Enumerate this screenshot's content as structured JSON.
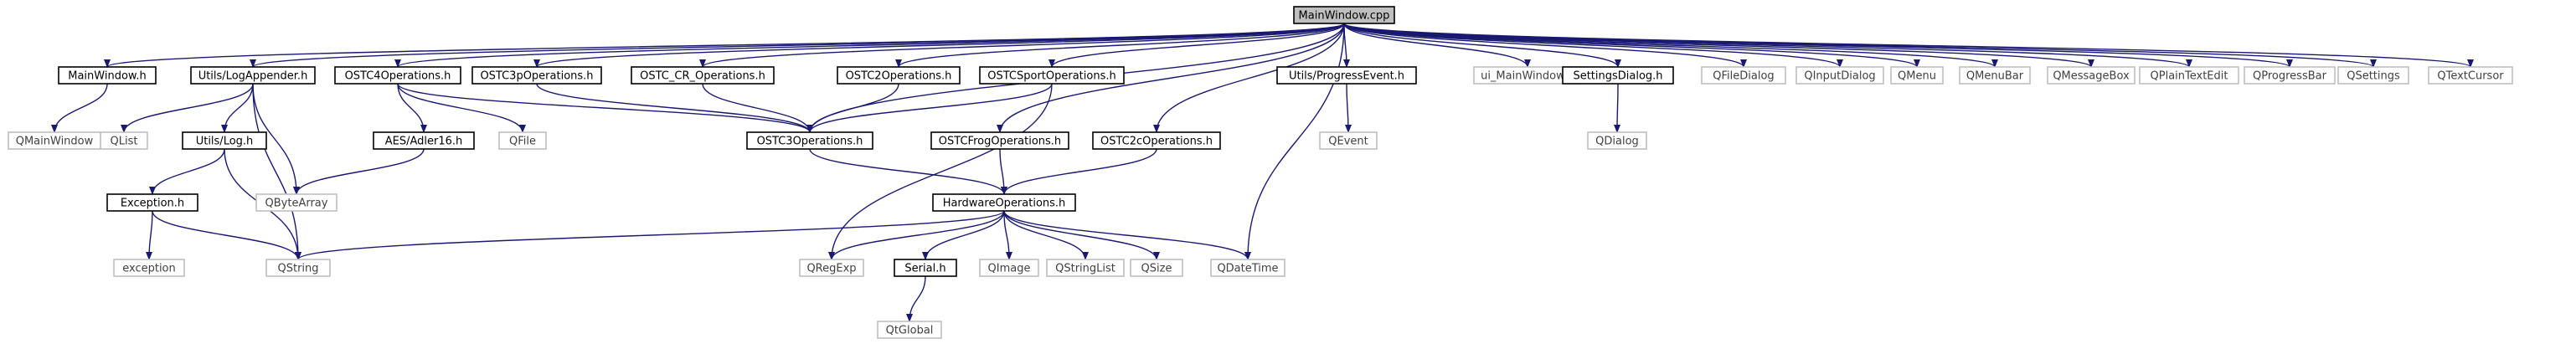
{
  "diagram": {
    "type": "include-dependency-graph",
    "colors": {
      "edge": "#191970",
      "root_fill": "#bfbfbf",
      "node_border": "#000000",
      "external_border": "#bfbfbf",
      "external_text": "#404040"
    },
    "nodes": [
      {
        "id": "mainwindow-cpp",
        "label": "MainWindow.cpp",
        "kind": "root"
      },
      {
        "id": "mainwindow-h",
        "label": "MainWindow.h",
        "kind": "local"
      },
      {
        "id": "logappender-h",
        "label": "Utils/LogAppender.h",
        "kind": "local"
      },
      {
        "id": "ostc4-h",
        "label": "OSTC4Operations.h",
        "kind": "local"
      },
      {
        "id": "ostc3p-h",
        "label": "OSTC3pOperations.h",
        "kind": "local"
      },
      {
        "id": "ostccr-h",
        "label": "OSTC_CR_Operations.h",
        "kind": "local"
      },
      {
        "id": "ostc2-h",
        "label": "OSTC2Operations.h",
        "kind": "local"
      },
      {
        "id": "ostcsport-h",
        "label": "OSTCSportOperations.h",
        "kind": "local"
      },
      {
        "id": "progressevent-h",
        "label": "Utils/ProgressEvent.h",
        "kind": "local"
      },
      {
        "id": "ui-mainwindow-h",
        "label": "ui_MainWindow.h",
        "kind": "external"
      },
      {
        "id": "settingsdialog-h",
        "label": "SettingsDialog.h",
        "kind": "local"
      },
      {
        "id": "qfiledialog",
        "label": "QFileDialog",
        "kind": "external"
      },
      {
        "id": "qinputdialog",
        "label": "QInputDialog",
        "kind": "external"
      },
      {
        "id": "qmenu",
        "label": "QMenu",
        "kind": "external"
      },
      {
        "id": "qmenubar",
        "label": "QMenuBar",
        "kind": "external"
      },
      {
        "id": "qmessagebox",
        "label": "QMessageBox",
        "kind": "external"
      },
      {
        "id": "qplaintextedit",
        "label": "QPlainTextEdit",
        "kind": "external"
      },
      {
        "id": "qprogressbar",
        "label": "QProgressBar",
        "kind": "external"
      },
      {
        "id": "qsettings",
        "label": "QSettings",
        "kind": "external"
      },
      {
        "id": "qtextcursor",
        "label": "QTextCursor",
        "kind": "external"
      },
      {
        "id": "qmainwindow",
        "label": "QMainWindow",
        "kind": "external"
      },
      {
        "id": "qlist",
        "label": "QList",
        "kind": "external"
      },
      {
        "id": "log-h",
        "label": "Utils/Log.h",
        "kind": "local"
      },
      {
        "id": "adler16-h",
        "label": "AES/Adler16.h",
        "kind": "local"
      },
      {
        "id": "qfile",
        "label": "QFile",
        "kind": "external"
      },
      {
        "id": "ostc3-h",
        "label": "OSTC3Operations.h",
        "kind": "local"
      },
      {
        "id": "ostcfrog-h",
        "label": "OSTCFrogOperations.h",
        "kind": "local"
      },
      {
        "id": "ostc2c-h",
        "label": "OSTC2cOperations.h",
        "kind": "local"
      },
      {
        "id": "qevent",
        "label": "QEvent",
        "kind": "external"
      },
      {
        "id": "qdialog",
        "label": "QDialog",
        "kind": "external"
      },
      {
        "id": "exception-h",
        "label": "Exception.h",
        "kind": "local"
      },
      {
        "id": "qbytearray",
        "label": "QByteArray",
        "kind": "external"
      },
      {
        "id": "hardware-h",
        "label": "HardwareOperations.h",
        "kind": "local"
      },
      {
        "id": "exception",
        "label": "exception",
        "kind": "external"
      },
      {
        "id": "qstring",
        "label": "QString",
        "kind": "external"
      },
      {
        "id": "qregexp",
        "label": "QRegExp",
        "kind": "external"
      },
      {
        "id": "serial-h",
        "label": "Serial.h",
        "kind": "local"
      },
      {
        "id": "qimage",
        "label": "QImage",
        "kind": "external"
      },
      {
        "id": "qstringlist",
        "label": "QStringList",
        "kind": "external"
      },
      {
        "id": "qsize",
        "label": "QSize",
        "kind": "external"
      },
      {
        "id": "qdatetime",
        "label": "QDateTime",
        "kind": "external"
      },
      {
        "id": "qtglobal",
        "label": "QtGlobal",
        "kind": "external"
      }
    ],
    "edges": [
      [
        "mainwindow-cpp",
        "mainwindow-h"
      ],
      [
        "mainwindow-cpp",
        "logappender-h"
      ],
      [
        "mainwindow-cpp",
        "ostc4-h"
      ],
      [
        "mainwindow-cpp",
        "ostc3p-h"
      ],
      [
        "mainwindow-cpp",
        "ostccr-h"
      ],
      [
        "mainwindow-cpp",
        "ostc2-h"
      ],
      [
        "mainwindow-cpp",
        "ostcsport-h"
      ],
      [
        "mainwindow-cpp",
        "progressevent-h"
      ],
      [
        "mainwindow-cpp",
        "ui-mainwindow-h"
      ],
      [
        "mainwindow-cpp",
        "settingsdialog-h"
      ],
      [
        "mainwindow-cpp",
        "qfiledialog"
      ],
      [
        "mainwindow-cpp",
        "qinputdialog"
      ],
      [
        "mainwindow-cpp",
        "qmenu"
      ],
      [
        "mainwindow-cpp",
        "qmenubar"
      ],
      [
        "mainwindow-cpp",
        "qmessagebox"
      ],
      [
        "mainwindow-cpp",
        "qplaintextedit"
      ],
      [
        "mainwindow-cpp",
        "qprogressbar"
      ],
      [
        "mainwindow-cpp",
        "qsettings"
      ],
      [
        "mainwindow-cpp",
        "qtextcursor"
      ],
      [
        "mainwindow-cpp",
        "ostc3-h"
      ],
      [
        "mainwindow-cpp",
        "ostcfrog-h"
      ],
      [
        "mainwindow-cpp",
        "ostc2c-h"
      ],
      [
        "mainwindow-cpp",
        "qdatetime"
      ],
      [
        "mainwindow-h",
        "qmainwindow"
      ],
      [
        "logappender-h",
        "qlist"
      ],
      [
        "logappender-h",
        "log-h"
      ],
      [
        "logappender-h",
        "qbytearray"
      ],
      [
        "logappender-h",
        "qstring"
      ],
      [
        "log-h",
        "exception-h"
      ],
      [
        "log-h",
        "qstring"
      ],
      [
        "exception-h",
        "exception"
      ],
      [
        "exception-h",
        "qstring"
      ],
      [
        "ostc4-h",
        "adler16-h"
      ],
      [
        "ostc4-h",
        "qfile"
      ],
      [
        "ostc4-h",
        "ostc3-h"
      ],
      [
        "adler16-h",
        "qbytearray"
      ],
      [
        "ostc3p-h",
        "ostc3-h"
      ],
      [
        "ostccr-h",
        "ostc3-h"
      ],
      [
        "ostc2-h",
        "ostc3-h"
      ],
      [
        "ostcsport-h",
        "ostc3-h"
      ],
      [
        "ostcsport-h",
        "qregexp"
      ],
      [
        "ostc3-h",
        "hardware-h"
      ],
      [
        "ostcfrog-h",
        "hardware-h"
      ],
      [
        "ostc2c-h",
        "hardware-h"
      ],
      [
        "progressevent-h",
        "qevent"
      ],
      [
        "settingsdialog-h",
        "qdialog"
      ],
      [
        "hardware-h",
        "qstring"
      ],
      [
        "hardware-h",
        "qregexp"
      ],
      [
        "hardware-h",
        "serial-h"
      ],
      [
        "hardware-h",
        "qimage"
      ],
      [
        "hardware-h",
        "qstringlist"
      ],
      [
        "hardware-h",
        "qsize"
      ],
      [
        "hardware-h",
        "qdatetime"
      ],
      [
        "serial-h",
        "qtglobal"
      ]
    ]
  }
}
